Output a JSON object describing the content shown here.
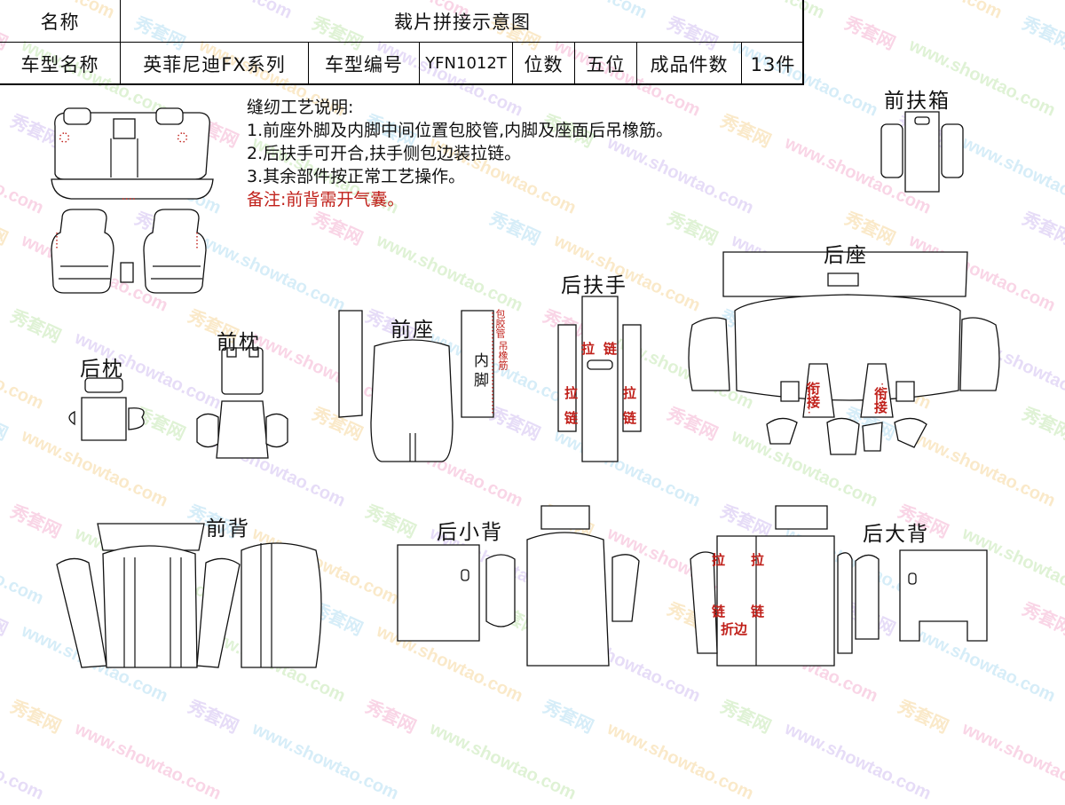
{
  "header": {
    "row1": {
      "name_label": "名称",
      "name_value": "裁片拼接示意图"
    },
    "row2": {
      "model_name_label": "车型名称",
      "model_name_value": "英菲尼迪FX系列",
      "model_code_label": "车型编号",
      "model_code_value": "YFN1012T",
      "seats_label": "位数",
      "seats_value": "五位",
      "pieces_label": "成品件数",
      "pieces_value": "13件"
    }
  },
  "notes": {
    "title": "缝纫工艺说明:",
    "lines": [
      "1.前座外脚及内脚中间位置包胶管,内脚及座面后吊橡筋。",
      "2.后扶手可开合,扶手侧包边装拉链。",
      "3.其余部件按正常工艺操作。"
    ],
    "remark": "备注:前背需开气囊。"
  },
  "sections": {
    "front_console": "前扶箱",
    "rear_seat": "后座",
    "rear_armrest": "后扶手",
    "front_seat": "前座",
    "front_headrest": "前枕",
    "rear_headrest": "后枕",
    "front_back": "前背",
    "rear_small_back": "后小背",
    "rear_large_back": "后大背"
  },
  "annotations": {
    "inner_leg_1": "内",
    "inner_leg_2": "脚",
    "tube_wrap": "包胶管",
    "elastic": "吊橡筋",
    "zip_la": "拉",
    "zip_lian": "链",
    "join": "衔接",
    "fold_edge": "折边"
  },
  "watermark": {
    "text_cn": "秀套网",
    "text_en": "www.showtao.com"
  },
  "colors": {
    "annotation_red": "#c0201a",
    "line": "#111111"
  }
}
